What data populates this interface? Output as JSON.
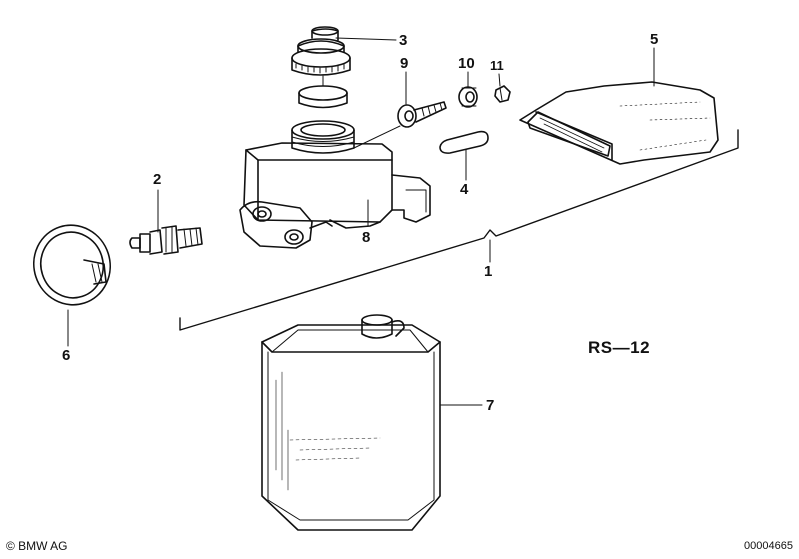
{
  "callouts": {
    "c1": "1",
    "c2": "2",
    "c3": "3",
    "c4": "4",
    "c5": "5",
    "c6": "6",
    "c7": "7",
    "c8": "8",
    "c9": "9",
    "c10": "10",
    "c11": "11"
  },
  "reference": "RS—12",
  "copyright": "© BMW AG",
  "document_number": "00004665"
}
